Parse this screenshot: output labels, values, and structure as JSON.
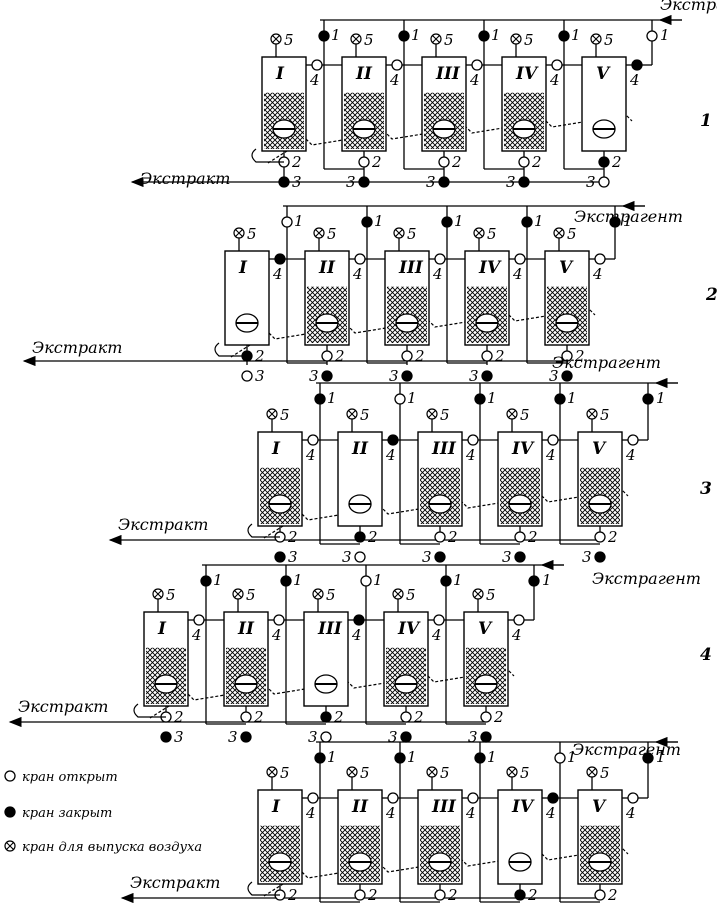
{
  "rows": [
    {
      "number": "1",
      "extragent_label": "Экстрагент",
      "extract_label": "Экстракт",
      "columns": [
        {
          "roman": "I",
          "filled": true,
          "v1": null,
          "v2": "open",
          "v3": "closed",
          "v4": "open"
        },
        {
          "roman": "II",
          "filled": true,
          "v1": "closed",
          "v2": "open",
          "v3": "closed",
          "v4": "open"
        },
        {
          "roman": "III",
          "filled": true,
          "v1": "closed",
          "v2": "open",
          "v3": "closed",
          "v4": "open"
        },
        {
          "roman": "IV",
          "filled": true,
          "v1": "closed",
          "v2": "open",
          "v3": "closed",
          "v4": "open"
        },
        {
          "roman": "V",
          "filled": false,
          "v1": "closed",
          "v2": "closed",
          "v3": "open",
          "v4": "closed"
        }
      ],
      "last_valve": "open"
    },
    {
      "number": "2",
      "extragent_label": "Экстрагент",
      "extract_label": "Экстракт",
      "columns": [
        {
          "roman": "I",
          "filled": false,
          "v1": null,
          "v2": "closed",
          "v3": "open",
          "v4": "closed"
        },
        {
          "roman": "II",
          "filled": true,
          "v1": "open",
          "v2": "open",
          "v3": "closed",
          "v4": "open"
        },
        {
          "roman": "III",
          "filled": true,
          "v1": "closed",
          "v2": "open",
          "v3": "closed",
          "v4": "open"
        },
        {
          "roman": "IV",
          "filled": true,
          "v1": "closed",
          "v2": "open",
          "v3": "closed",
          "v4": "open"
        },
        {
          "roman": "V",
          "filled": true,
          "v1": "closed",
          "v2": "open",
          "v3": "closed",
          "v4": "open"
        }
      ],
      "last_valve": "closed"
    },
    {
      "number": "3",
      "extragent_label": "Экстрагент",
      "extract_label": "Экстракт",
      "columns": [
        {
          "roman": "I",
          "filled": true,
          "v1": null,
          "v2": "open",
          "v3": "closed",
          "v4": "open"
        },
        {
          "roman": "II",
          "filled": false,
          "v1": "closed",
          "v2": "closed",
          "v3": "open",
          "v4": "closed"
        },
        {
          "roman": "III",
          "filled": true,
          "v1": "open",
          "v2": "open",
          "v3": "closed",
          "v4": "open"
        },
        {
          "roman": "IV",
          "filled": true,
          "v1": "closed",
          "v2": "open",
          "v3": "closed",
          "v4": "open"
        },
        {
          "roman": "V",
          "filled": true,
          "v1": "closed",
          "v2": "open",
          "v3": "closed",
          "v4": "open"
        }
      ],
      "last_valve": "closed"
    },
    {
      "number": "4",
      "extragent_label": "Экстрагент",
      "extract_label": "Экстракт",
      "columns": [
        {
          "roman": "I",
          "filled": true,
          "v1": null,
          "v2": "open",
          "v3": "closed",
          "v4": "open"
        },
        {
          "roman": "II",
          "filled": true,
          "v1": "closed",
          "v2": "open",
          "v3": "closed",
          "v4": "open"
        },
        {
          "roman": "III",
          "filled": false,
          "v1": "closed",
          "v2": "closed",
          "v3": "open",
          "v4": "closed"
        },
        {
          "roman": "IV",
          "filled": true,
          "v1": "open",
          "v2": "open",
          "v3": "closed",
          "v4": "open"
        },
        {
          "roman": "V",
          "filled": true,
          "v1": "closed",
          "v2": "open",
          "v3": "closed",
          "v4": "open"
        }
      ],
      "last_valve": "closed"
    },
    {
      "number": "",
      "extragent_label": "Экстрагент",
      "extract_label": "Экстракт",
      "columns": [
        {
          "roman": "I",
          "filled": true,
          "v1": null,
          "v2": "open",
          "v3": "closed",
          "v4": "open"
        },
        {
          "roman": "II",
          "filled": true,
          "v1": "closed",
          "v2": "open",
          "v3": "closed",
          "v4": "open"
        },
        {
          "roman": "III",
          "filled": true,
          "v1": "closed",
          "v2": "open",
          "v3": "closed",
          "v4": "open"
        },
        {
          "roman": "IV",
          "filled": false,
          "v1": "closed",
          "v2": "closed",
          "v3": "open",
          "v4": "closed"
        },
        {
          "roman": "V",
          "filled": true,
          "v1": "open",
          "v2": "open",
          "v3": "closed",
          "v4": "open"
        }
      ],
      "last_valve": "closed"
    }
  ],
  "legend": {
    "open": "кран открыт",
    "closed": "кран закрыт",
    "air": "кран для выпуска воздуха"
  },
  "valve_numbers": {
    "inlet": "1",
    "outlet_top": "2",
    "outlet_bottom": "3",
    "overflow": "4",
    "air": "5"
  }
}
